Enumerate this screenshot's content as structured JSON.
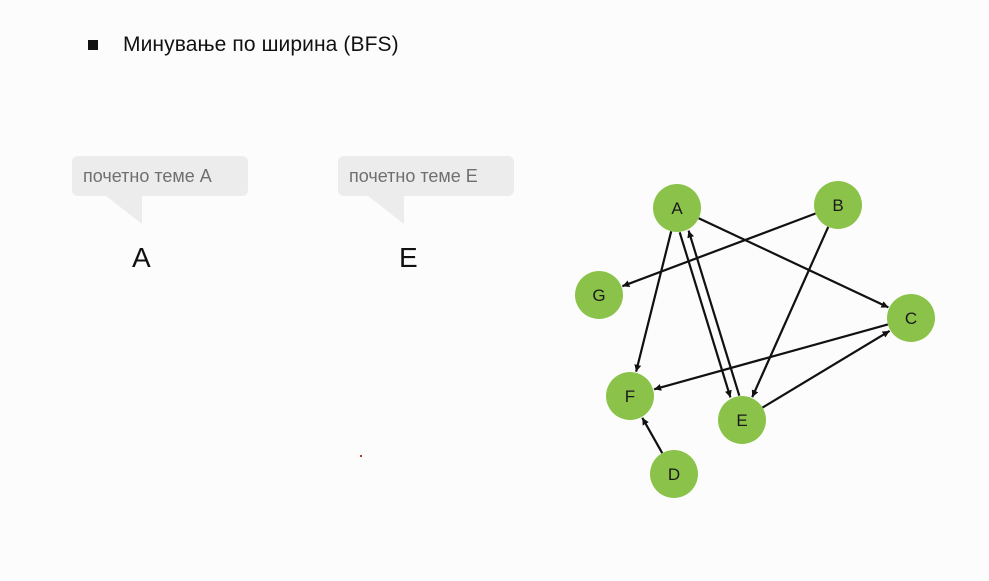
{
  "header": {
    "bullet_text": "Минување по ширина (BFS)"
  },
  "callouts": [
    {
      "label": "почетно теме A",
      "answer": "A"
    },
    {
      "label": "почетно теме E",
      "answer": "E"
    }
  ],
  "graph": {
    "node_color": "#8bc34a",
    "edge_color": "#111111",
    "nodes": [
      {
        "id": "A",
        "label": "A"
      },
      {
        "id": "B",
        "label": "B"
      },
      {
        "id": "C",
        "label": "C"
      },
      {
        "id": "D",
        "label": "D"
      },
      {
        "id": "E",
        "label": "E"
      },
      {
        "id": "F",
        "label": "F"
      },
      {
        "id": "G",
        "label": "G"
      }
    ],
    "edges": [
      {
        "from": "A",
        "to": "C"
      },
      {
        "from": "A",
        "to": "F"
      },
      {
        "from": "A",
        "to": "E"
      },
      {
        "from": "E",
        "to": "A"
      },
      {
        "from": "B",
        "to": "G"
      },
      {
        "from": "B",
        "to": "E"
      },
      {
        "from": "C",
        "to": "F"
      },
      {
        "from": "E",
        "to": "C"
      },
      {
        "from": "D",
        "to": "F"
      }
    ]
  }
}
